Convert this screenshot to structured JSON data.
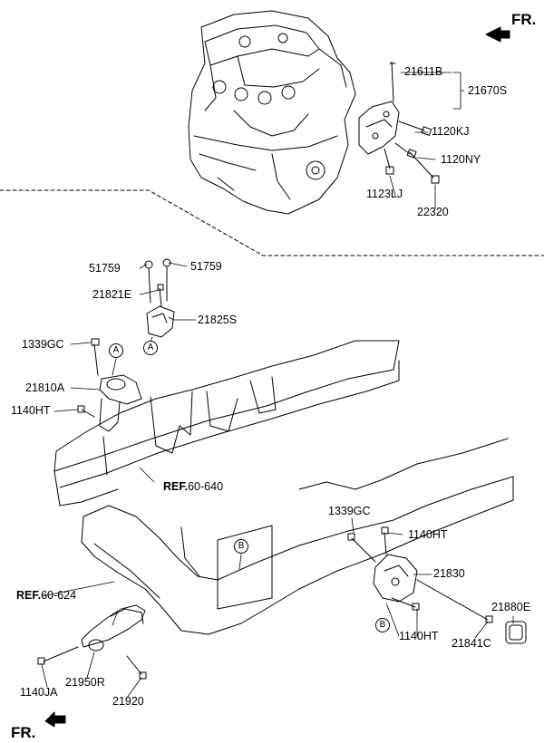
{
  "orientation": {
    "label": "FR."
  },
  "parts": {
    "p21611B": "21611B",
    "p21670S": "21670S",
    "p1120KJ": "1120KJ",
    "p1120NY": "1120NY",
    "p1123LJ": "1123LJ",
    "p22320": "22320",
    "p51759a": "51759",
    "p51759b": "51759",
    "p21821E": "21821E",
    "p21825S": "21825S",
    "p1339GCa": "1339GC",
    "p21810A": "21810A",
    "p1140HTa": "1140HT",
    "p1339GCb": "1339GC",
    "p1140HTb": "1140HT",
    "p21830": "21830",
    "p21880E": "21880E",
    "p1140HTc": "1140HT",
    "p21841C": "21841C",
    "p1140JA": "1140JA",
    "p21950R": "21950R",
    "p21920": "21920"
  },
  "refs": {
    "ref1": {
      "prefix": "REF.",
      "number": "60-640"
    },
    "ref2": {
      "prefix": "REF.",
      "number": "60-624"
    }
  },
  "callouts": {
    "a": "A",
    "b": "B"
  }
}
